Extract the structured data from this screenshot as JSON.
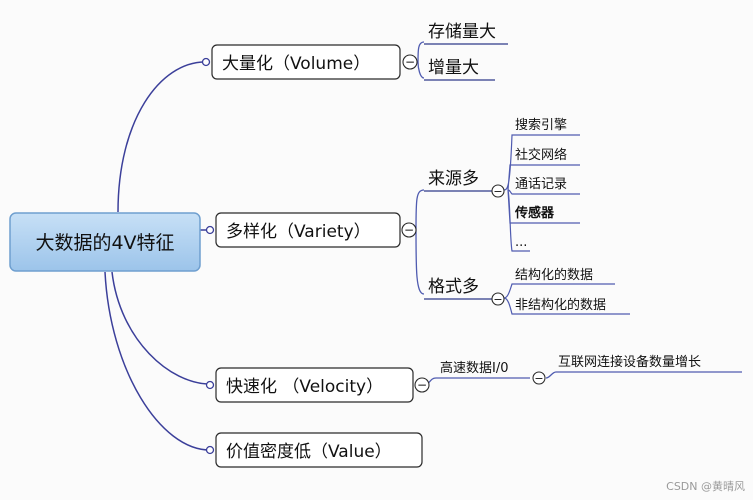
{
  "root": {
    "label": "大数据的4V特征"
  },
  "branches": [
    {
      "label": "大量化（Volume）",
      "children": [
        "存储量大",
        "增量大"
      ]
    },
    {
      "label": "多样化（Variety）",
      "groups": [
        {
          "label": "来源多",
          "items": [
            "搜索引擎",
            "社交网络",
            "通话记录",
            "传感器",
            "..."
          ]
        },
        {
          "label": "格式多",
          "items": [
            "结构化的数据",
            "非结构化的数据"
          ]
        }
      ]
    },
    {
      "label": "快速化 （Velocity）",
      "sub": "高速数据I/0",
      "leaf": "互联网连接设备数量增长"
    },
    {
      "label": "价值密度低（Value）"
    }
  ],
  "collapse_symbol": "−",
  "watermark": "CSDN @黄晴风",
  "colors": {
    "branch_line": "#3b3f9a",
    "sub_line": "#4f5bb0",
    "box_border": "#2a2a2a",
    "root_fill": "#aacdec",
    "root_border": "#6f9fcf",
    "underline": "#2f3a8a"
  }
}
